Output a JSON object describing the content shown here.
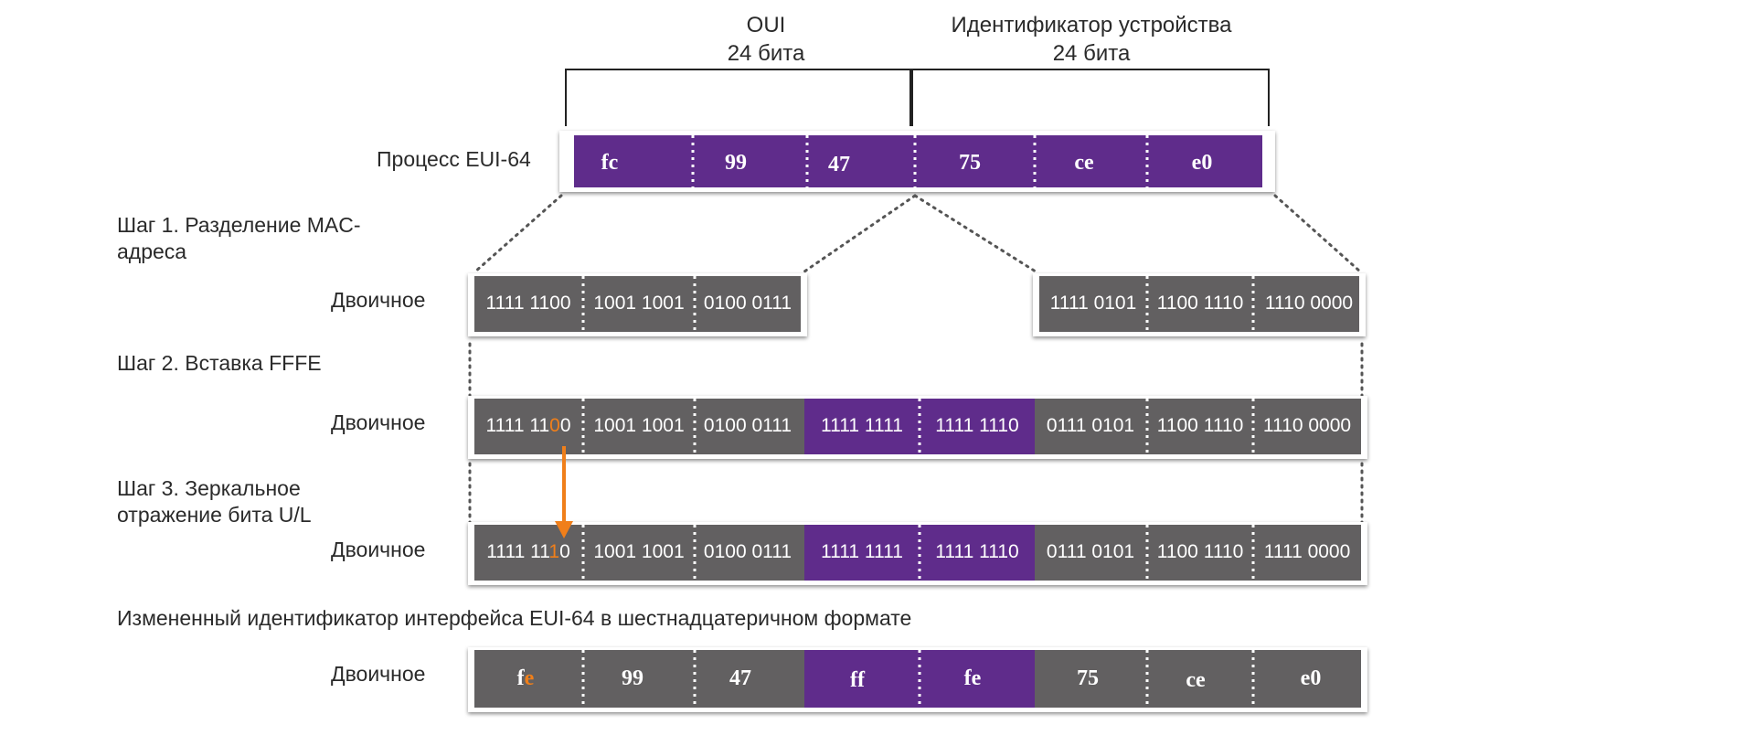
{
  "header": {
    "oui_title": "OUI",
    "oui_bits": "24 бита",
    "device_title": "Идентификатор устройства",
    "device_bits": "24 бита"
  },
  "eui_process": {
    "label": "Процесс EUI-64",
    "bytes": [
      "fc",
      "99",
      "47",
      "75",
      "ce",
      "e0"
    ]
  },
  "step1": {
    "title_line1": "Шаг 1. Разделение MAC-",
    "title_line2": "адреса",
    "row_label": "Двоичное",
    "left": [
      "1111 1100",
      "1001 1001",
      "0100 0111"
    ],
    "right": [
      "1111 0101",
      "1100 1110",
      "1110 0000"
    ]
  },
  "step2": {
    "title": "Шаг 2. Вставка FFFE",
    "row_label": "Двоичное",
    "first_prefix": "1111 11",
    "first_bit": "0",
    "first_suffix": "0",
    "cells": [
      "1001 1001",
      "0100 0111",
      "1111 1111",
      "1111 1110",
      "0111 0101",
      "1100 1110",
      "1110 0000"
    ]
  },
  "step3": {
    "title_line1": "Шаг 3. Зеркальное",
    "title_line2": "отражение бита U/L",
    "row_label": "Двоичное",
    "first_prefix": "1111 11",
    "first_bit": "1",
    "first_suffix": "0",
    "cells": [
      "1001 1001",
      "0100 0111",
      "1111 1111",
      "1111 1110",
      "0111 0101",
      "1100 1110",
      "1111 0000"
    ]
  },
  "result": {
    "title": "Измененный идентификатор интерфейса EUI-64 в шестнадцатеричном формате",
    "row_label": "Двоичное",
    "first_prefix": "f",
    "first_bit": "e",
    "cells": [
      "99",
      "47",
      "ff",
      "fe",
      "75",
      "ce",
      "e0"
    ]
  },
  "colors": {
    "purple": "#5f2c8b",
    "gray": "#626061",
    "orange": "#f07f1a",
    "dots": "#555555"
  }
}
